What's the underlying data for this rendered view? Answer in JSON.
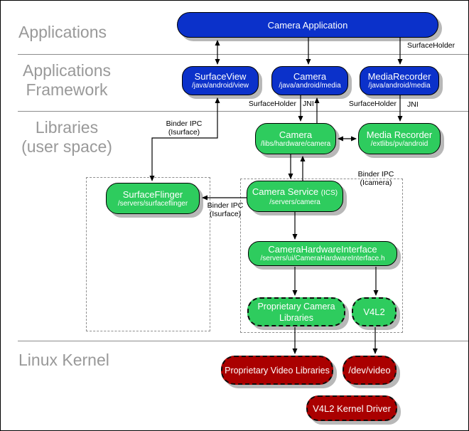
{
  "layers": {
    "applications": "Applications",
    "framework": [
      "Applications",
      "Framework"
    ],
    "libraries": [
      "Libraries",
      "(user space)"
    ],
    "kernel": "Linux Kernel"
  },
  "nodes": {
    "camera_application": {
      "title": "Camera Application"
    },
    "surface_view": {
      "title": "SurfaceView",
      "subtitle": "/java/android/view"
    },
    "camera_java": {
      "title": "Camera",
      "subtitle": "/java/android/media"
    },
    "media_recorder_java": {
      "title": "MediaRecorder",
      "subtitle": "/java/android/media"
    },
    "camera_lib": {
      "title": "Camera",
      "subtitle": "/libs/hardware/camera"
    },
    "media_recorder_lib": {
      "title": "Media Recorder",
      "subtitle": "/extlibs/pv/android"
    },
    "surface_flinger": {
      "title": "SurfaceFlinger",
      "subtitle": "/servers/surfaceflinger"
    },
    "camera_service": {
      "title": "Camera Service",
      "title_suffix": "(ICS)",
      "subtitle": "/servers/camera"
    },
    "camera_hardware_interface": {
      "title": "CameraHardwareInterface",
      "subtitle": "/servers/ui/CameraHardwareInterface.h"
    },
    "proprietary_camera_libraries": {
      "title": "Proprietary Camera Libraries"
    },
    "v4l2": {
      "title": "V4L2"
    },
    "proprietary_video_libraries": {
      "title": "Proprietary Video Libraries"
    },
    "dev_video": {
      "title": "/dev/video"
    },
    "v4l2_kernel_driver": {
      "title": "V4L2 Kernel Driver"
    }
  },
  "annotations": {
    "surface_holder_top": "SurfaceHolder",
    "surface_holder_camera": "SurfaceHolder",
    "jni_camera": "JNI",
    "surface_holder_media_recorder": "SurfaceHolder",
    "jni_media_recorder": "JNI",
    "binder_isurface_top": [
      "Binder IPC",
      "(Isurface)"
    ],
    "binder_isurface_mid": [
      "Binder IPC",
      "(Isurface)"
    ],
    "binder_icamera": [
      "Binder IPC",
      "(Icamera)"
    ]
  },
  "colors": {
    "blue": "#0b31ca",
    "green": "#2ecc5e",
    "red": "#aa0000",
    "shadow": "#b8b8b8",
    "gray": "#999999"
  }
}
